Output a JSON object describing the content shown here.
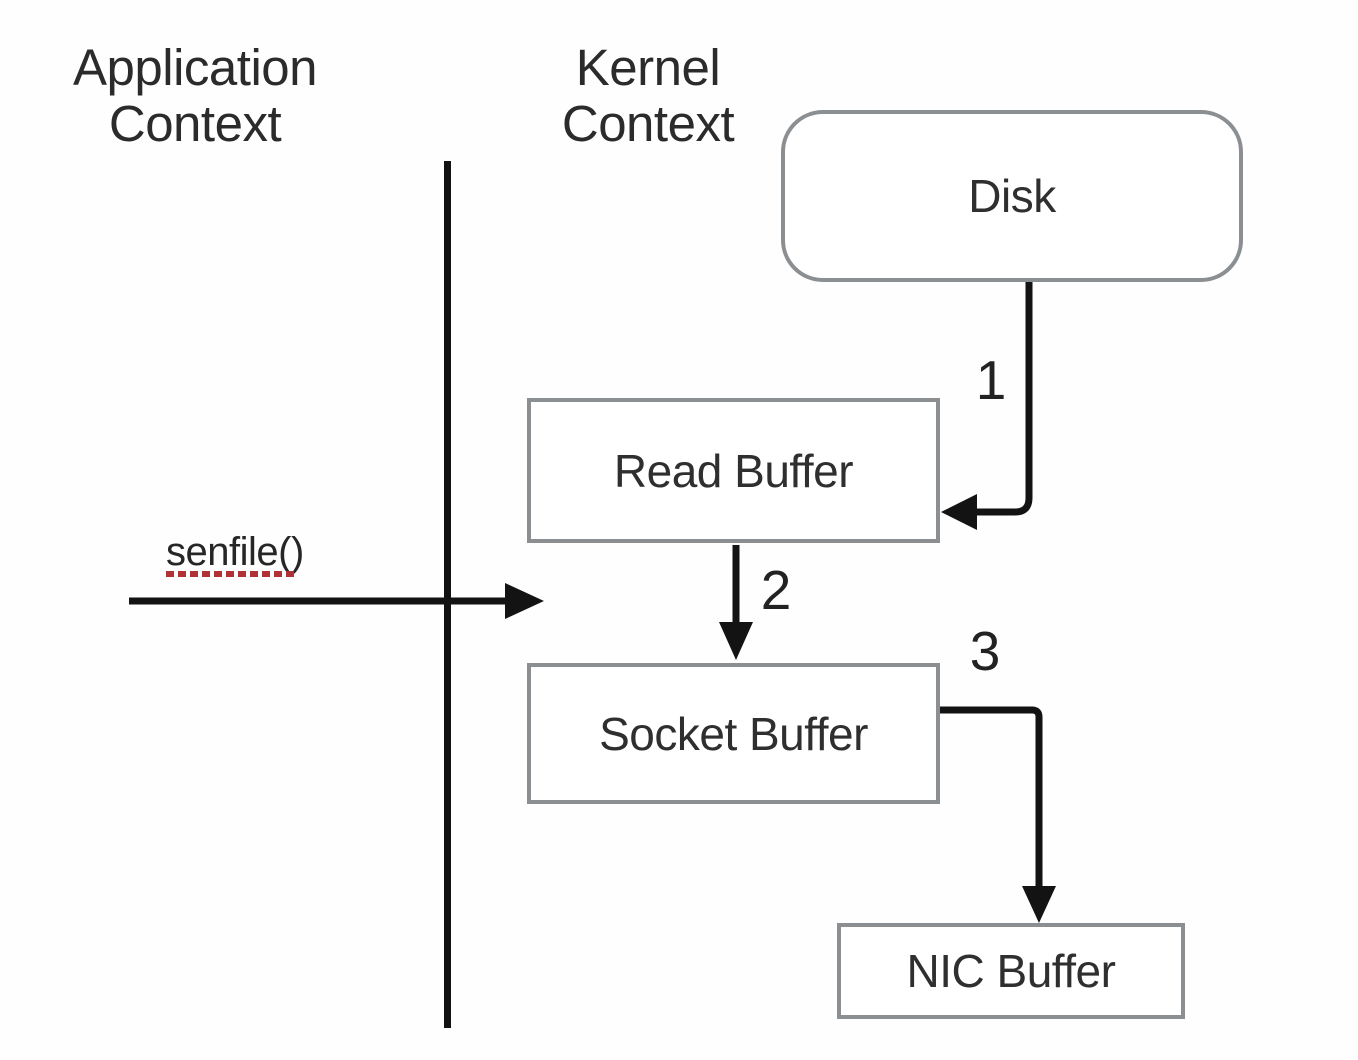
{
  "diagram": {
    "contexts": {
      "application": "Application\nContext",
      "kernel": "Kernel\nContext"
    },
    "nodes": {
      "disk": {
        "label": "Disk"
      },
      "read_buffer": {
        "label": "Read Buffer"
      },
      "socket_buffer": {
        "label": "Socket Buffer"
      },
      "nic_buffer": {
        "label": "NIC Buffer"
      }
    },
    "steps": {
      "one": "1",
      "two": "2",
      "three": "3"
    },
    "syscall": {
      "label": "senfile()",
      "misspelling_underline": true
    },
    "edges": [
      {
        "from": "disk",
        "to": "read_buffer",
        "step": "1"
      },
      {
        "from": "read_buffer",
        "to": "socket_buffer",
        "step": "2"
      },
      {
        "from": "socket_buffer",
        "to": "nic_buffer",
        "step": "3"
      },
      {
        "from": "application_context",
        "to": "kernel_context",
        "label": "senfile()"
      }
    ],
    "colors": {
      "background": "#fefefe",
      "node_border": "#8c8f92",
      "node_text": "#2f2f2f",
      "line": "#131313",
      "label_text": "#2b2b2b",
      "spellcheck_red": "#b03136"
    }
  }
}
